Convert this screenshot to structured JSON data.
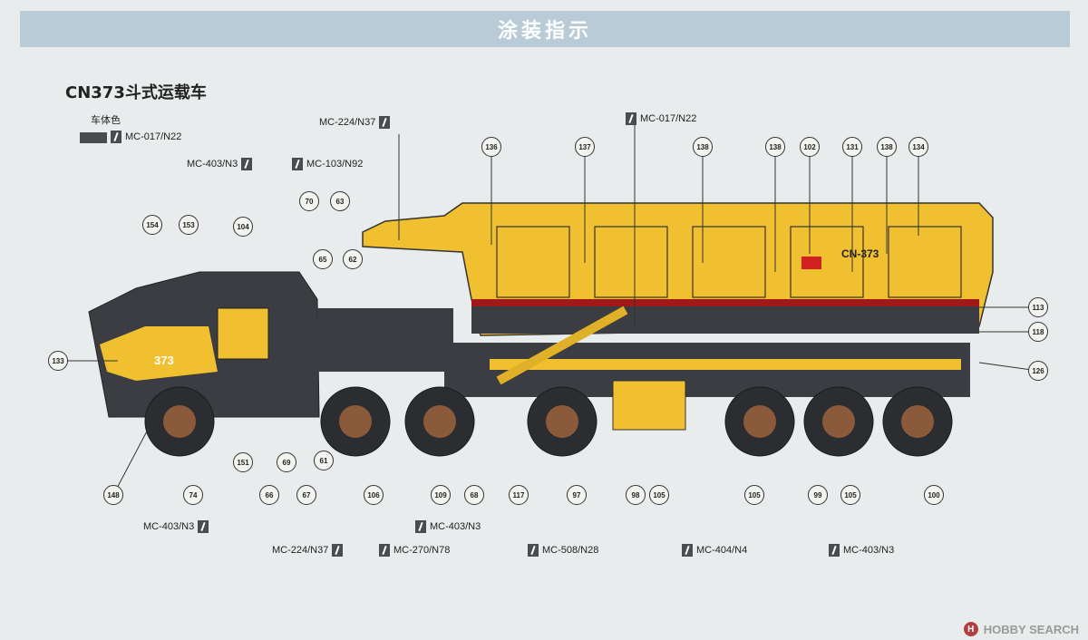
{
  "header": {
    "title": "涂装指示"
  },
  "model": {
    "title": "CN373斗式运载车",
    "body_color_label": "车体色",
    "body_color_code": "MC-017/N22",
    "number": "373",
    "cargo_mark": "CN-373"
  },
  "paints": [
    "MC-224/N37",
    "MC-017/N22",
    "MC-403/N3",
    "MC-103/N92",
    "MC-403/N3",
    "MC-224/N37",
    "MC-270/N78",
    "MC-403/N3",
    "MC-508/N28",
    "MC-404/N4",
    "MC-403/N3"
  ],
  "callouts": [
    "136",
    "137",
    "138",
    "138",
    "102",
    "131",
    "138",
    "134",
    "154",
    "153",
    "104",
    "70",
    "63",
    "65",
    "62",
    "113",
    "118",
    "126",
    "133",
    "148",
    "74",
    "151",
    "66",
    "69",
    "67",
    "61",
    "106",
    "109",
    "68",
    "117",
    "97",
    "98",
    "105",
    "105",
    "99",
    "105",
    "100"
  ],
  "colors": {
    "yellow": "#f0c030",
    "dark": "#3b3d42",
    "red": "#a01818",
    "header": "#b9cbd6"
  },
  "watermark": "HOBBY SEARCH"
}
